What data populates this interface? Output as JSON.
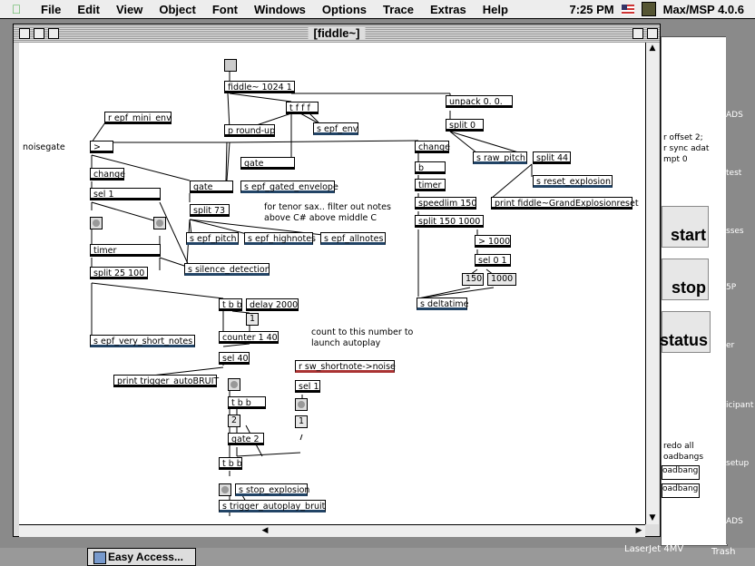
{
  "menubar": {
    "items": [
      "File",
      "Edit",
      "View",
      "Object",
      "Font",
      "Windows",
      "Options",
      "Trace",
      "Extras",
      "Help"
    ],
    "clock": "7:25 PM",
    "app": "Max/MSP 4.0.6"
  },
  "window": {
    "title": "[fiddle~]"
  },
  "objects": {
    "fiddle": "fiddle~ 1024 1",
    "tfff": "t f f f",
    "unpack": "unpack 0. 0.",
    "r_mini": "r epf_mini_env",
    "s_env": "s epf_env",
    "round_up": "p round-up",
    "split0": "split 0",
    "gt": ">",
    "change1": "change",
    "change2": "change",
    "gate1": "gate",
    "gate2": "gate",
    "s_gated": "s epf_gated_envelope",
    "s_raw": "s raw_pitch",
    "split44": "split 44",
    "s_reset": "s reset_explosion",
    "print_fiddle": "print fiddle~GrandExplosionreset",
    "b": "b",
    "timer1": "timer",
    "timer2": "timer",
    "speedlim": "speedlim 150",
    "split150": "split 150 1000",
    "gt1000": "> 1000",
    "sel01": "sel 0 1",
    "m150": "150",
    "m1000": "1000",
    "s_delta": "s deltatime",
    "sel1": "sel 1",
    "split73": "split 73",
    "s_pitch": "s epf_pitch",
    "s_high": "s epf_highnotes",
    "s_all": "s epf_allnotes",
    "s_silence": "s silence_detection",
    "split25": "split 25 100",
    "tbb1": "t b b",
    "delay": "delay 2000",
    "m1": "1",
    "counter": "counter 1 40",
    "sel40": "sel 40",
    "s_vshort": "s epf_very_short_notes",
    "print_trig": "print trigger_autoBRUIT",
    "r_sw": "r sw_shortnote->noise",
    "sel1b": "sel 1",
    "tbb2": "t b b",
    "m2": "2",
    "m1b": "1",
    "gate2b": "gate 2",
    "tbb3": "t b b",
    "s_stop": "s stop_explosion",
    "s_trig": "s trigger_autoplay_bruit"
  },
  "comments": {
    "noisegate": "noisegate",
    "tenor1": "for tenor sax.. filter out notes",
    "tenor2": "above C# above middle C",
    "count1": "count to this number to",
    "count2": "launch autoplay"
  },
  "background": {
    "start": "start",
    "stop": "stop",
    "status": "status",
    "line1": "r offset 2;",
    "line2": "r sync adat",
    "line3": "mpt 0",
    "redo1": "redo all",
    "redo2": "oadbangs",
    "loadbang1": "oadbang",
    "loadbang2": "oadbang",
    "right": [
      "ADS",
      "test",
      "sses",
      "5P",
      "er",
      "icipant",
      "setup",
      "ADS"
    ]
  },
  "dock": {
    "easy_access": "Easy Access...",
    "printer": "LaserJet 4MV",
    "trash": "Trash"
  }
}
